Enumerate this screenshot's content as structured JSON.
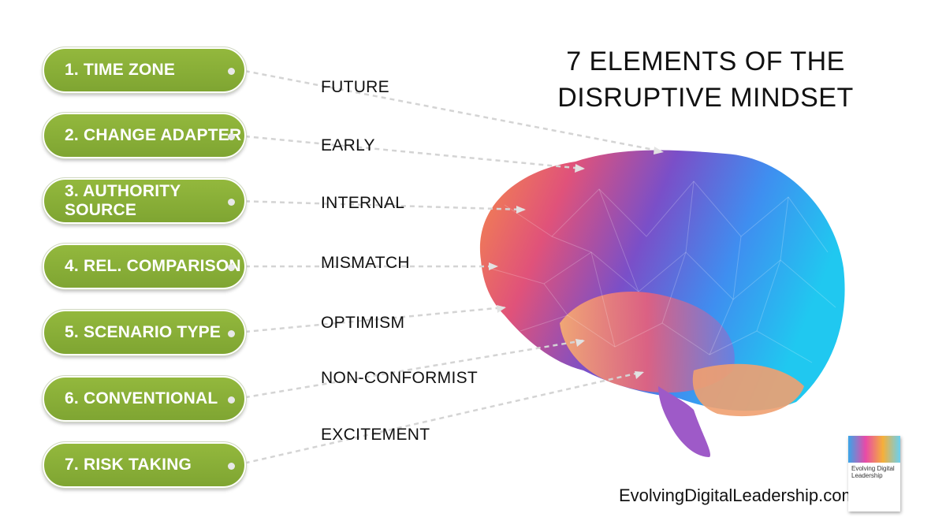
{
  "title": {
    "line1": "7 ELEMENTS OF THE",
    "line2": "DISRUPTIVE MINDSET"
  },
  "elements": [
    {
      "label": "1. TIME ZONE",
      "value": "FUTURE"
    },
    {
      "label": "2. CHANGE ADAPTER",
      "value": "EARLY"
    },
    {
      "label": "3. AUTHORITY SOURCE",
      "value": "INTERNAL"
    },
    {
      "label": "4. REL. COMPARISON",
      "value": "MISMATCH"
    },
    {
      "label": "5. SCENARIO TYPE",
      "value": "OPTIMISM"
    },
    {
      "label": "6. CONVENTIONAL",
      "value": "NON-CONFORMIST"
    },
    {
      "label": "7. RISK TAKING",
      "value": "EXCITEMENT"
    }
  ],
  "website": "EvolvingDigitalLeadership.com",
  "book": {
    "title": "Evolving Digital Leadership"
  },
  "colors": {
    "pill": "#8cb23a",
    "connector": "#d6d6d6",
    "text": "#111111"
  }
}
